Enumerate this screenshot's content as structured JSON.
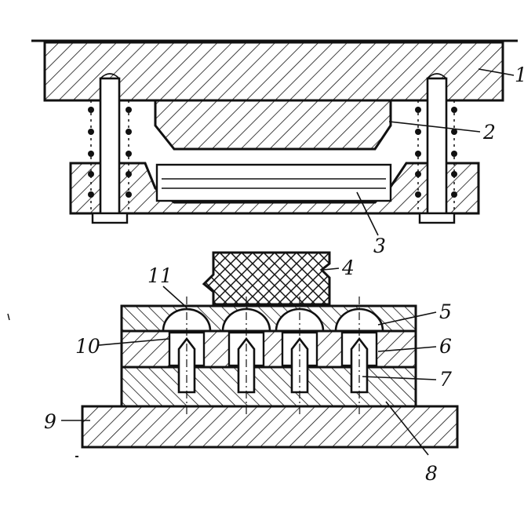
{
  "diagram": {
    "type": "mechanical-cross-section",
    "ink_color": "#111111",
    "background": "#ffffff",
    "labels": [
      {
        "id": "1",
        "text": "1"
      },
      {
        "id": "2",
        "text": "2"
      },
      {
        "id": "3",
        "text": "3"
      },
      {
        "id": "4",
        "text": "4"
      },
      {
        "id": "5",
        "text": "5"
      },
      {
        "id": "6",
        "text": "6"
      },
      {
        "id": "7",
        "text": "7"
      },
      {
        "id": "8",
        "text": "8"
      },
      {
        "id": "9",
        "text": "9"
      },
      {
        "id": "10",
        "text": "10"
      },
      {
        "id": "11",
        "text": "11"
      }
    ]
  }
}
